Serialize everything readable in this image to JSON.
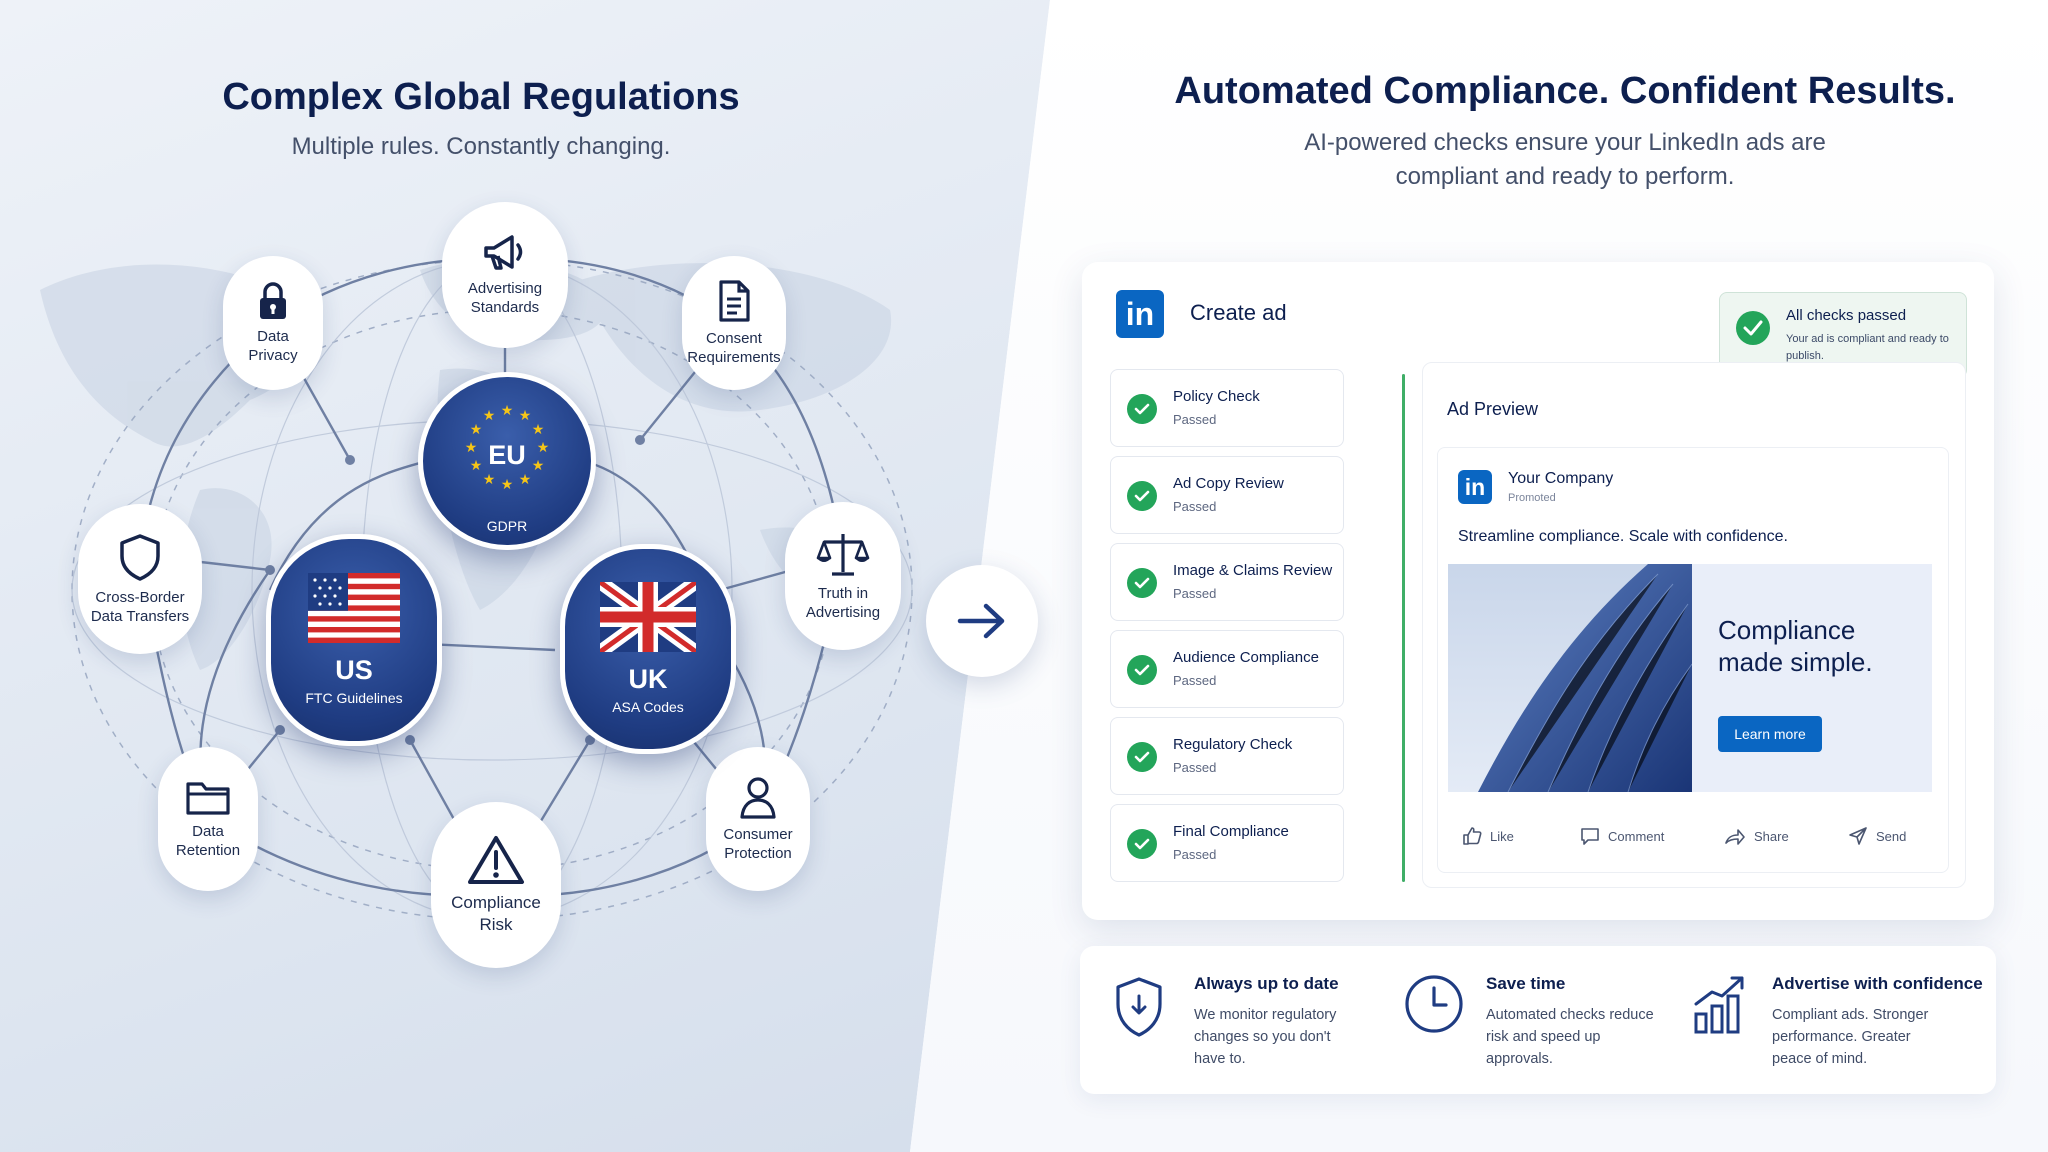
{
  "left": {
    "title": "Complex Global Regulations",
    "subtitle": "Multiple rules. Constantly changing.",
    "topics": {
      "data_privacy": "Data\nPrivacy",
      "advertising_standards": "Advertising\nStandards",
      "consent_requirements": "Consent\nRequirements",
      "cross_border": "Cross-Border\nData Transfers",
      "truth_in_advertising": "Truth in\nAdvertising",
      "data_retention": "Data\nRetention",
      "compliance_risk": "Compliance\nRisk",
      "consumer_protection": "Consumer\nProtection"
    },
    "regions": {
      "eu": {
        "code": "EU",
        "label": "GDPR"
      },
      "us": {
        "code": "US",
        "label": "FTC Guidelines"
      },
      "uk": {
        "code": "UK",
        "label": "ASA Codes"
      }
    }
  },
  "right": {
    "title": "Automated Compliance. Confident Results.",
    "subtitle": "AI-powered checks ensure your LinkedIn ads are\ncompliant and ready to perform.",
    "ad_card": {
      "logo": "in",
      "title": "Create ad",
      "status": {
        "title": "All checks passed",
        "desc": "Your ad is compliant and ready to publish."
      },
      "checks": [
        {
          "title": "Policy Check",
          "status": "Passed"
        },
        {
          "title": "Ad Copy Review",
          "status": "Passed"
        },
        {
          "title": "Image & Claims Review",
          "status": "Passed"
        },
        {
          "title": "Audience Compliance",
          "status": "Passed"
        },
        {
          "title": "Regulatory Check",
          "status": "Passed"
        },
        {
          "title": "Final Compliance",
          "status": "Passed"
        }
      ],
      "preview": {
        "title": "Ad Preview",
        "company": "Your Company",
        "promoted": "Promoted",
        "text": "Streamline compliance. Scale with confidence.",
        "headline": "Compliance made simple.",
        "cta": "Learn more",
        "actions": [
          "Like",
          "Comment",
          "Share",
          "Send"
        ]
      }
    },
    "benefits": [
      {
        "title": "Always up to date",
        "desc": "We monitor regulatory changes so you don't have to.",
        "icon": "shield-alert-icon"
      },
      {
        "title": "Save time",
        "desc": "Automated checks reduce risk and speed up approvals.",
        "icon": "clock-icon"
      },
      {
        "title": "Advertise with confidence",
        "desc": "Compliant ads. Stronger performance. Greater peace of mind.",
        "icon": "growth-chart-icon"
      }
    ]
  },
  "colors": {
    "navy": "#1f3c82",
    "linkedin_blue": "#0a66c2",
    "success_green": "#23a55a"
  }
}
